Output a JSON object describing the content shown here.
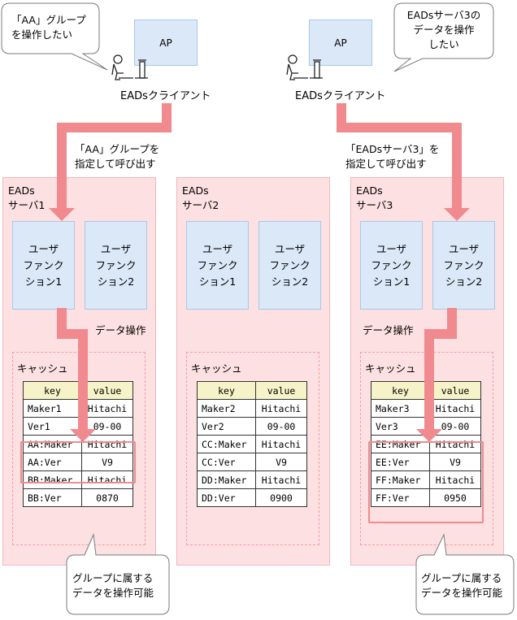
{
  "clients": [
    {
      "ap_label": "AP",
      "client_label": "EADsクライアント",
      "speech": "「AA」グループ\nを操作したい"
    },
    {
      "ap_label": "AP",
      "client_label": "EADsクライアント",
      "speech": "EADsサーバ3の\nデータを操作\nしたい"
    }
  ],
  "arrow_labels": {
    "call1": "「AA」グループを\n指定して呼び出す",
    "call2": "「EADsサーバ3」を\n指定して呼び出す",
    "data_op1": "データ操作",
    "data_op3": "データ操作"
  },
  "servers": [
    {
      "label": "EADs\nサーバ1",
      "functions": [
        "ユーザ\nファンク\nション1",
        "ユーザ\nファンク\nション2"
      ],
      "cache_label": "キャッシュ",
      "headers": [
        "key",
        "value"
      ],
      "rows": [
        [
          "Maker1",
          "Hitachi"
        ],
        [
          "Ver1",
          "09-00"
        ],
        [
          "AA:Maker",
          "Hitachi"
        ],
        [
          "AA:Ver",
          "V9"
        ],
        [
          "BB:Maker",
          "Hitachi"
        ],
        [
          "BB:Ver",
          "0870"
        ]
      ]
    },
    {
      "label": "EADs\nサーバ2",
      "functions": [
        "ユーザ\nファンク\nション1",
        "ユーザ\nファンク\nション2"
      ],
      "cache_label": "キャッシュ",
      "headers": [
        "key",
        "value"
      ],
      "rows": [
        [
          "Maker2",
          "Hitachi"
        ],
        [
          "Ver2",
          "09-00"
        ],
        [
          "CC:Maker",
          "Hitachi"
        ],
        [
          "CC:Ver",
          "V9"
        ],
        [
          "DD:Maker",
          "Hitachi"
        ],
        [
          "DD:Ver",
          "0900"
        ]
      ]
    },
    {
      "label": "EADs\nサーバ3",
      "functions": [
        "ユーザ\nファンク\nション1",
        "ユーザ\nファンク\nション2"
      ],
      "cache_label": "キャッシュ",
      "headers": [
        "key",
        "value"
      ],
      "rows": [
        [
          "Maker3",
          "Hitachi"
        ],
        [
          "Ver3",
          "09-00"
        ],
        [
          "EE:Maker",
          "Hitachi"
        ],
        [
          "EE:Ver",
          "V9"
        ],
        [
          "FF:Maker",
          "Hitachi"
        ],
        [
          "FF:Ver",
          "0950"
        ]
      ]
    }
  ],
  "notes": [
    "グループに属する\nデータを操作可能",
    "グループに属する\nデータを操作可能"
  ],
  "colors": {
    "arrow": "#f08a8e",
    "server_bg": "#fde0e1",
    "function_bg": "#dbe8f7",
    "header_bg": "#f5f3c7"
  }
}
